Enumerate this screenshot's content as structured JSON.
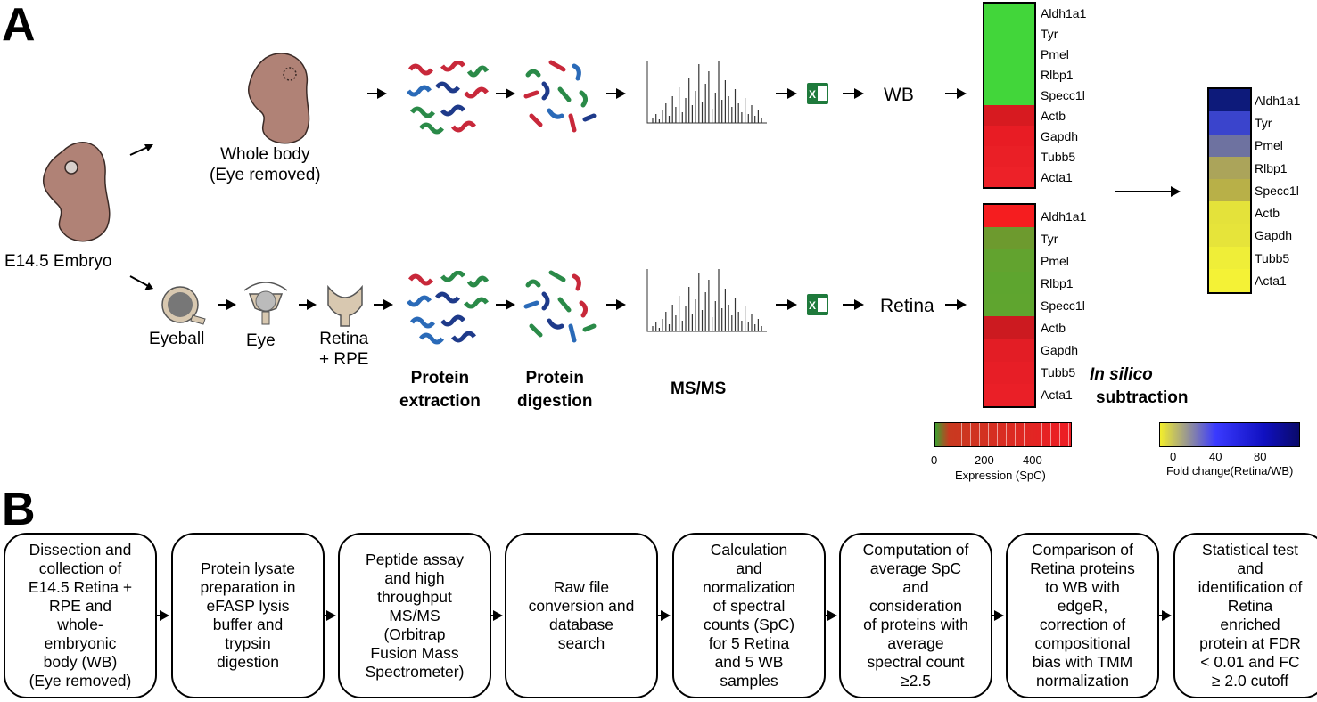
{
  "panel_a": {
    "letter": "A",
    "embryo_label": "E14.5 Embryo",
    "whole_body_label": "Whole body\n(Eye removed)",
    "eyeball_label": "Eyeball",
    "eye_label": "Eye",
    "retina_rpe_label": "Retina\n+ RPE",
    "protein_extraction": "Protein\nextraction",
    "protein_digestion": "Protein\ndigestion",
    "msms": "MS/MS",
    "wb_label": "WB",
    "retina_label": "Retina",
    "in_silico_line1": "In silico",
    "in_silico_line2": "subtraction",
    "excel_icon": "excel-icon",
    "genes": [
      "Aldh1a1",
      "Tyr",
      "Pmel",
      "Rlbp1",
      "Specc1l",
      "Actb",
      "Gapdh",
      "Tubb5",
      "Acta1"
    ],
    "heatmap_wb_colors": [
      "#42d63a",
      "#42d63a",
      "#42d63a",
      "#42d63a",
      "#42d63a",
      "#d71a20",
      "#e81c24",
      "#ea1f26",
      "#ed2128"
    ],
    "heatmap_retina_colors": [
      "#f51d1f",
      "#6d9a2e",
      "#62a32f",
      "#5ea52f",
      "#5fa52f",
      "#cc1a20",
      "#e31d25",
      "#e71e26",
      "#ea1f27"
    ],
    "heatmap_fc_colors": [
      "#0d1a7a",
      "#3a44cc",
      "#6e72a0",
      "#aba45a",
      "#b8b048",
      "#e4e23a",
      "#e6e43a",
      "#efee38",
      "#f4f236"
    ],
    "expression_scale": {
      "ticks": [
        "0",
        "200",
        "400"
      ],
      "label": "Expression (SpC)",
      "low_color": "#3fa030",
      "high_color": "#ee1c24"
    },
    "fold_change_scale": {
      "ticks": [
        "0",
        "40",
        "80"
      ],
      "label": "Fold change(Retina/WB)",
      "low_color": "#f2ee2c",
      "high_color": "#0a0a6a"
    }
  },
  "panel_b": {
    "letter": "B",
    "steps": [
      "Dissection and\ncollection of\nE14.5 Retina +\nRPE and\nwhole-\nembryonic\nbody (WB)\n(Eye removed)",
      "Protein lysate\npreparation in\neFASP lysis\nbuffer and\ntrypsin\ndigestion",
      "Peptide assay\nand high\nthroughput\nMS/MS\n(Orbitrap\nFusion Mass\nSpectrometer)",
      "Raw file\nconversion and\ndatabase\nsearch",
      "Calculation\nand\nnormalization\nof spectral\ncounts (SpC)\nfor 5 Retina\nand 5 WB\nsamples",
      "Computation of\naverage SpC\nand\nconsideration\nof proteins with\naverage\nspectral count\n≥2.5",
      "Comparison of\nRetina proteins\nto  WB with\nedgeR,\ncorrection of\ncompositional\nbias with TMM\nnormalization",
      "Statistical test\nand\nidentification of\nRetina\nenriched\nprotein at FDR\n< 0.01 and FC\n≥  2.0 cutoff"
    ]
  }
}
